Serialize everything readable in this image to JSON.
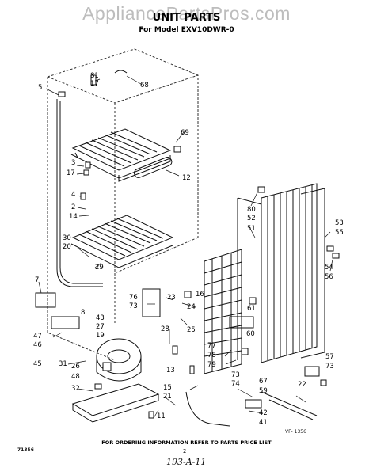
{
  "watermark": "AppliancePartsPros.com",
  "title": "UNIT PARTS",
  "subtitle": "For Model EXV10DWR-0",
  "footer": "FOR ORDERING INFORMATION REFER TO PARTS PRICE LIST",
  "code_left": "71356",
  "code_right": "VF- 1356",
  "page_number": "2",
  "handwritten_note": "193-A-11",
  "callouts": [
    {
      "id": "c81",
      "text": "81"
    },
    {
      "id": "c17a",
      "text": "17"
    },
    {
      "id": "c68",
      "text": "68"
    },
    {
      "id": "c5",
      "text": "5"
    },
    {
      "id": "c69",
      "text": "69"
    },
    {
      "id": "c3",
      "text": "3"
    },
    {
      "id": "c17b",
      "text": "17"
    },
    {
      "id": "c12",
      "text": "12"
    },
    {
      "id": "c4",
      "text": "4"
    },
    {
      "id": "c2",
      "text": "2"
    },
    {
      "id": "c14",
      "text": "14"
    },
    {
      "id": "c30",
      "text": "30"
    },
    {
      "id": "c20",
      "text": "20"
    },
    {
      "id": "c29",
      "text": "29"
    },
    {
      "id": "c80",
      "text": "80"
    },
    {
      "id": "c52",
      "text": "52"
    },
    {
      "id": "c51",
      "text": "51"
    },
    {
      "id": "c53",
      "text": "53"
    },
    {
      "id": "c55",
      "text": "55"
    },
    {
      "id": "c54",
      "text": "54"
    },
    {
      "id": "c56",
      "text": "56"
    },
    {
      "id": "c7",
      "text": "7"
    },
    {
      "id": "c76",
      "text": "76"
    },
    {
      "id": "c73a",
      "text": "73"
    },
    {
      "id": "c23",
      "text": "23"
    },
    {
      "id": "c16",
      "text": "16"
    },
    {
      "id": "c24",
      "text": "24"
    },
    {
      "id": "c8",
      "text": "8"
    },
    {
      "id": "c61",
      "text": "61"
    },
    {
      "id": "c25",
      "text": "25"
    },
    {
      "id": "c43",
      "text": "43"
    },
    {
      "id": "c27",
      "text": "27"
    },
    {
      "id": "c19",
      "text": "19"
    },
    {
      "id": "c47",
      "text": "47"
    },
    {
      "id": "c46",
      "text": "46"
    },
    {
      "id": "c28",
      "text": "28"
    },
    {
      "id": "c60",
      "text": "60"
    },
    {
      "id": "c77",
      "text": "77"
    },
    {
      "id": "c78",
      "text": "78"
    },
    {
      "id": "c45",
      "text": "45"
    },
    {
      "id": "c31",
      "text": "31"
    },
    {
      "id": "c26",
      "text": "26"
    },
    {
      "id": "c79",
      "text": "79"
    },
    {
      "id": "c48",
      "text": "48"
    },
    {
      "id": "c13",
      "text": "13"
    },
    {
      "id": "c32",
      "text": "32"
    },
    {
      "id": "c57",
      "text": "57"
    },
    {
      "id": "c73b",
      "text": "73"
    },
    {
      "id": "c73c",
      "text": "73"
    },
    {
      "id": "c74",
      "text": "74"
    },
    {
      "id": "c22",
      "text": "22"
    },
    {
      "id": "c67",
      "text": "67"
    },
    {
      "id": "c59",
      "text": "59"
    },
    {
      "id": "c15",
      "text": "15"
    },
    {
      "id": "c21",
      "text": "21"
    },
    {
      "id": "c42",
      "text": "42"
    },
    {
      "id": "c41",
      "text": "41"
    },
    {
      "id": "c11",
      "text": "11"
    }
  ]
}
